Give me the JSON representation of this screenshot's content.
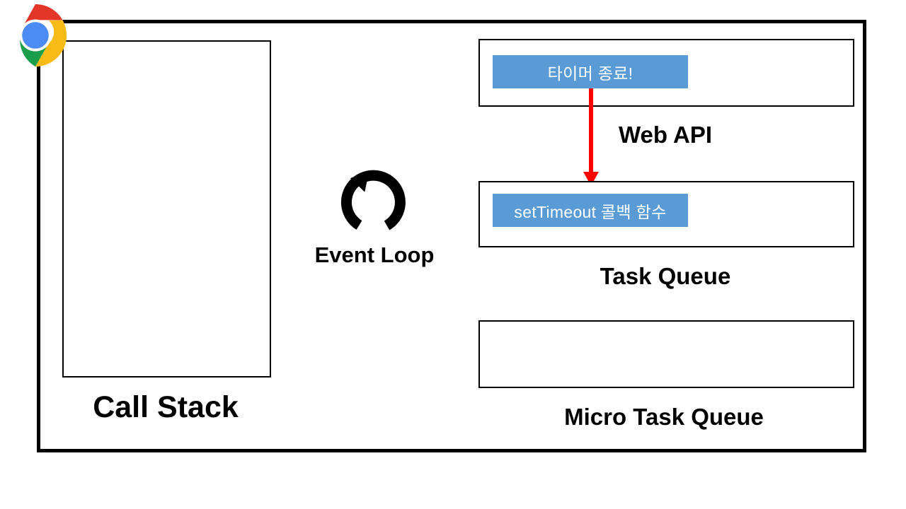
{
  "diagram": {
    "title": "JavaScript Event Loop Diagram",
    "browser_icon": "chrome-logo",
    "colors": {
      "frame": "#000000",
      "card_fill": "#5B9BD5",
      "card_text": "#FFFFFF",
      "arrow": "#FF0000",
      "background": "#FFFFFF"
    },
    "regions": {
      "call_stack": {
        "label": "Call Stack",
        "items": []
      },
      "event_loop": {
        "label": "Event Loop",
        "icon": "circular-arrow-icon"
      },
      "web_api": {
        "label": "Web API",
        "items": [
          {
            "text": "타이머 종료!"
          }
        ]
      },
      "task_queue": {
        "label": "Task Queue",
        "items": [
          {
            "text": "setTimeout 콜백 함수"
          }
        ]
      },
      "micro_task_queue": {
        "label": "Micro Task Queue",
        "items": []
      }
    },
    "arrow": {
      "from": "web_api",
      "to": "task_queue",
      "color": "#FF0000",
      "direction": "down"
    }
  }
}
